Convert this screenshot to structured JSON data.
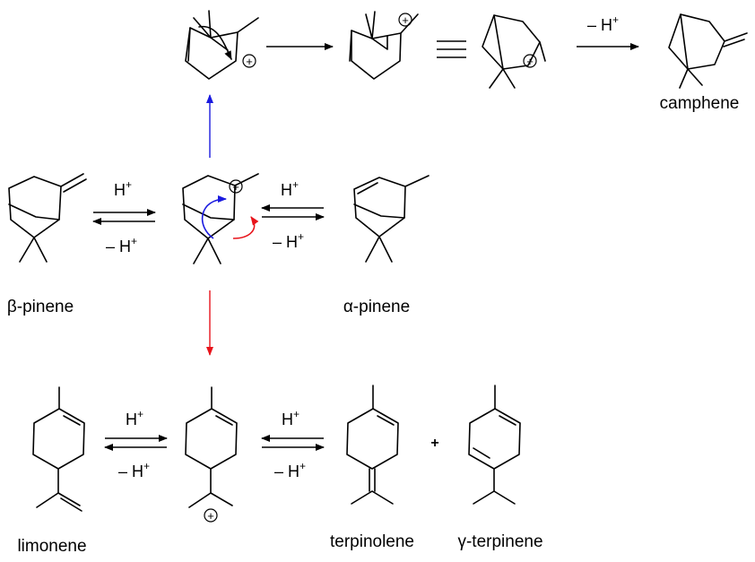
{
  "compounds": {
    "camphene": "camphene",
    "beta_pinene": "β-pinene",
    "alpha_pinene": "α-pinene",
    "limonene": "limonene",
    "terpinolene": "terpinolene",
    "gamma_terpinene": "γ-terpinene"
  },
  "reagents": {
    "proton": "H",
    "minus_proton": "– H",
    "plus_sup": "+"
  },
  "charge_symbol": "+",
  "plus_sign": "+",
  "colors": {
    "ink": "#000000",
    "blue_pathway": "#1a1adf",
    "red_pathway": "#e8141b"
  }
}
